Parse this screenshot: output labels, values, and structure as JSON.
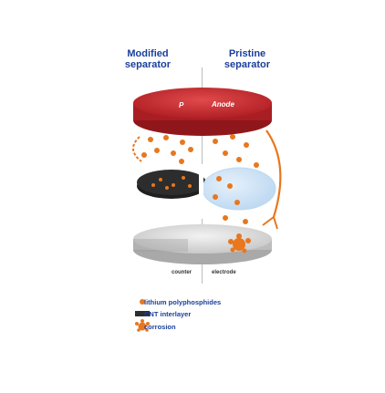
{
  "headers": {
    "modified": "Modified\nseparator",
    "pristine": "Pristine\nseparator"
  },
  "labels": {
    "cathode": "P",
    "anode": "Anode",
    "counter": "counter",
    "electrode": "electrode"
  },
  "legend": [
    {
      "label": "lithium polyphosphides",
      "icon": "dot"
    },
    {
      "label": "CNT interlayer",
      "icon": "dark-bar"
    },
    {
      "label": "corrosion",
      "icon": "splat"
    }
  ],
  "colors": {
    "anode_red": "#c9282d",
    "dot_orange": "#e8771e",
    "title_blue": "#1a3f9c",
    "separator_blue": "#cfe3f7",
    "cnt_dark": "#2d2d2d"
  }
}
